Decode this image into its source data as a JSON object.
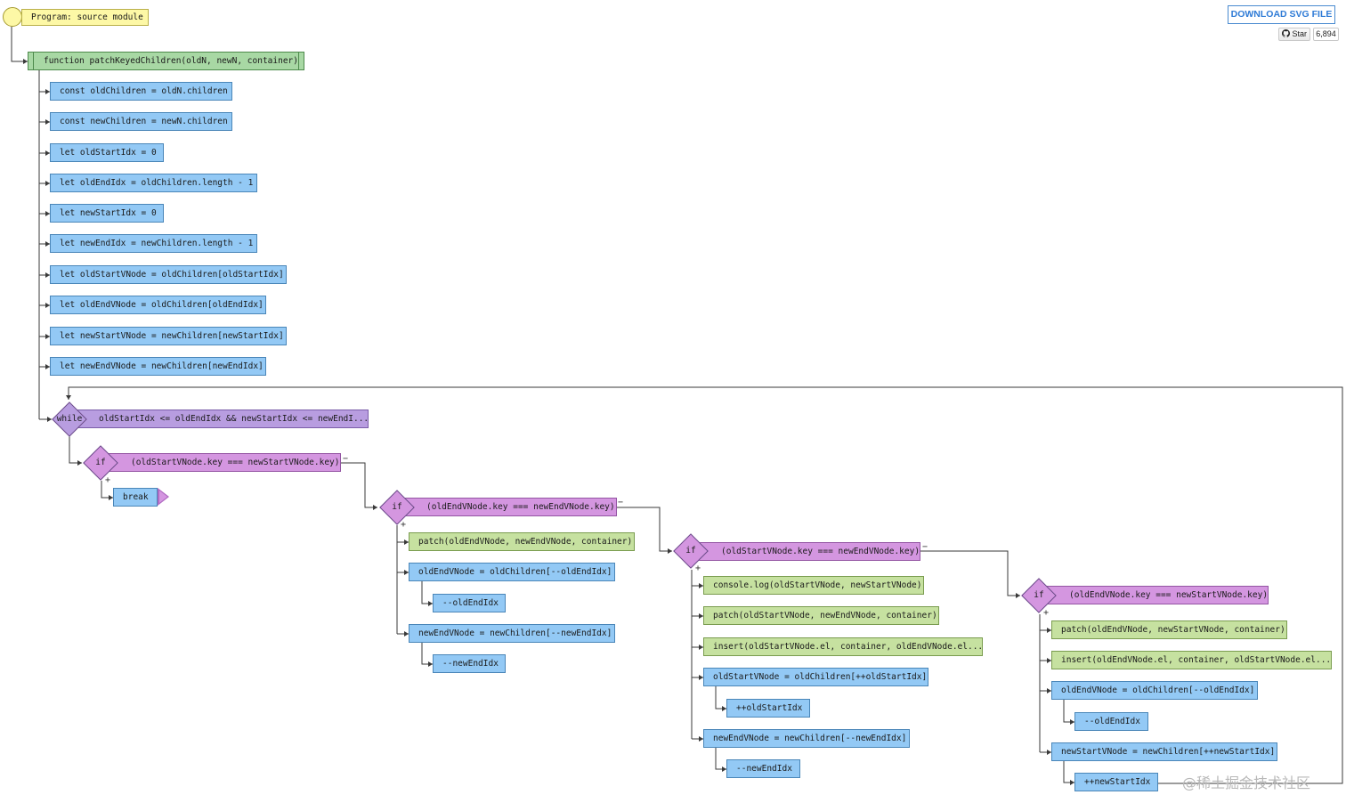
{
  "ui": {
    "download_label": "DOWNLOAD SVG FILE",
    "star_label": "Star",
    "star_count": "6,894",
    "watermark": "@稀土掘金技术社区"
  },
  "flow": {
    "program": "Program: source module",
    "function": "function patchKeyedChildren(oldN, newN, container)",
    "decls": [
      "const oldChildren = oldN.children",
      "const newChildren = newN.children",
      "let oldStartIdx = 0",
      "let oldEndIdx = oldChildren.length - 1",
      "let newStartIdx = 0",
      "let newEndIdx = newChildren.length - 1",
      "let oldStartVNode = oldChildren[oldStartIdx]",
      "let oldEndVNode = oldChildren[oldEndIdx]",
      "let newStartVNode = newChildren[newStartIdx]",
      "let newEndVNode = newChildren[newEndIdx]"
    ],
    "while_kw": "while",
    "while_cond": "oldStartIdx <= oldEndIdx && newStartIdx <= newEndI...",
    "if_kw": "if",
    "plus": "+",
    "minus": "−",
    "if1_cond": "(oldStartVNode.key === newStartVNode.key)",
    "break": "break",
    "if2_cond": "(oldEndVNode.key === newEndVNode.key)",
    "if2_body": [
      "patch(oldEndVNode, newEndVNode, container)",
      "oldEndVNode = oldChildren[--oldEndIdx]",
      "--oldEndIdx",
      "newEndVNode = newChildren[--newEndIdx]",
      "--newEndIdx"
    ],
    "if3_cond": "(oldStartVNode.key === newEndVNode.key)",
    "if3_body": [
      "console.log(oldStartVNode, newStartVNode)",
      "patch(oldStartVNode, newEndVNode, container)",
      "insert(oldStartVNode.el, container, oldEndVNode.el...",
      "oldStartVNode = oldChildren[++oldStartIdx]",
      "++oldStartIdx",
      "newEndVNode = newChildren[--newEndIdx]",
      "--newEndIdx"
    ],
    "if4_cond": "(oldEndVNode.key === newStartVNode.key)",
    "if4_body": [
      "patch(oldEndVNode, newStartVNode, container)",
      "insert(oldEndVNode.el, container, oldStartVNode.el...",
      "oldEndVNode = oldChildren[--oldEndIdx]",
      "--oldEndIdx",
      "newStartVNode = newChildren[++newStartIdx]",
      "++newStartIdx"
    ]
  }
}
